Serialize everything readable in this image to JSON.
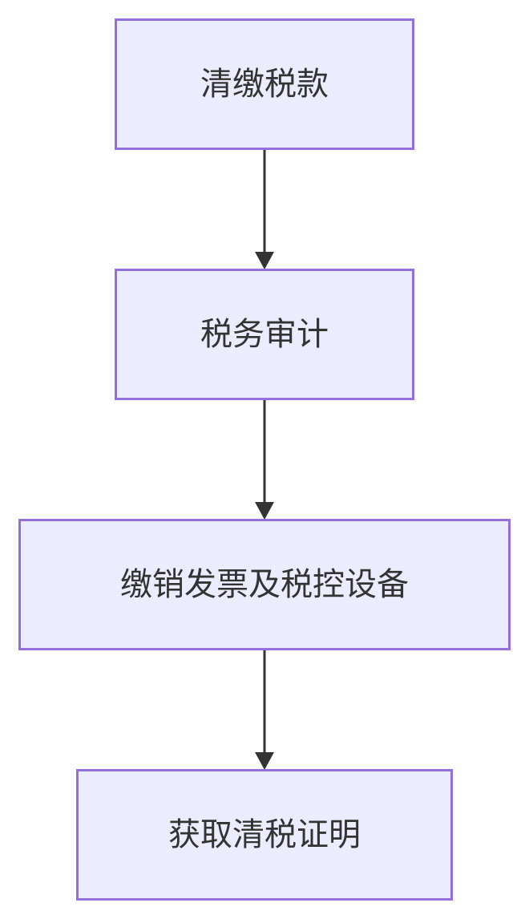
{
  "diagram": {
    "type": "flowchart",
    "direction": "top-to-bottom",
    "colors": {
      "node_fill": "#ececff",
      "node_border": "#9370db",
      "text": "#333333",
      "edge": "#333333",
      "background": "#ffffff"
    },
    "nodes": [
      {
        "id": "n1",
        "label": "清缴税款"
      },
      {
        "id": "n2",
        "label": "税务审计"
      },
      {
        "id": "n3",
        "label": "缴销发票及税控设备"
      },
      {
        "id": "n4",
        "label": "获取清税证明"
      }
    ],
    "edges": [
      {
        "from": "n1",
        "to": "n2"
      },
      {
        "from": "n2",
        "to": "n3"
      },
      {
        "from": "n3",
        "to": "n4"
      }
    ]
  }
}
